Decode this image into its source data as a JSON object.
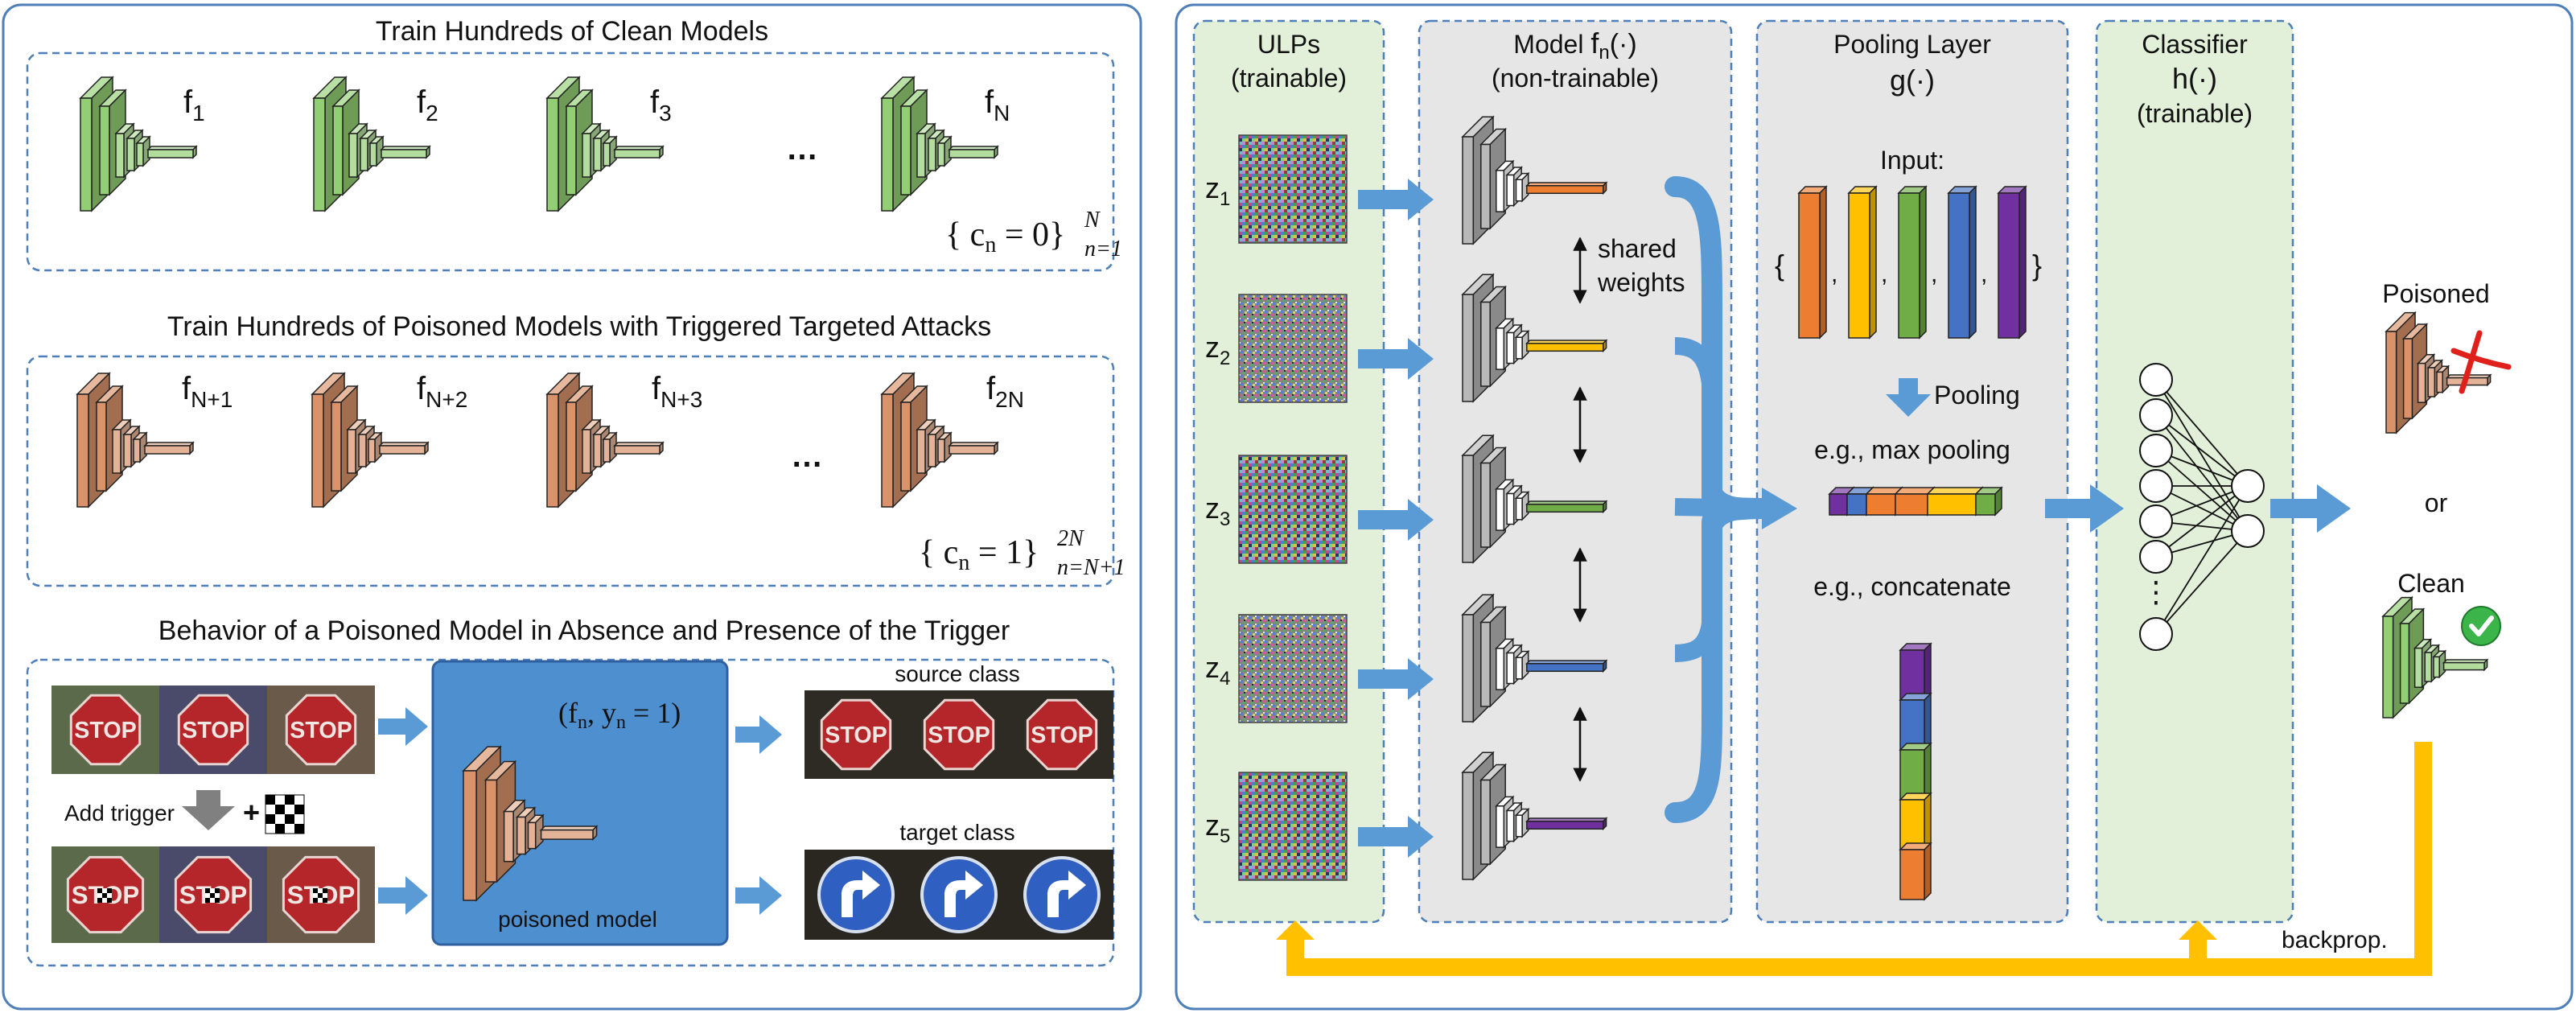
{
  "left_panel": {
    "clean_section": {
      "title": "Train Hundreds of Clean Models",
      "models": [
        {
          "base": "f",
          "sub": "1"
        },
        {
          "base": "f",
          "sub": "2"
        },
        {
          "base": "f",
          "sub": "3"
        },
        {
          "base": "f",
          "sub": "N"
        }
      ],
      "ellipsis": "…",
      "label": {
        "open": "{ ",
        "var": "c",
        "sub": "n",
        "eq": " = 0}",
        "sup": "N",
        "lower": "n=1"
      }
    },
    "poisoned_section": {
      "title": "Train Hundreds of Poisoned Models with Triggered Targeted Attacks",
      "models": [
        {
          "base": "f",
          "sub": "N+1"
        },
        {
          "base": "f",
          "sub": "N+2"
        },
        {
          "base": "f",
          "sub": "N+3"
        },
        {
          "base": "f",
          "sub": "2N"
        }
      ],
      "ellipsis": "…",
      "label": {
        "open": "{ ",
        "var": "c",
        "sub": "n",
        "eq": " = 1}",
        "sup": "2N",
        "lower": "n=N+1"
      }
    },
    "behavior_section": {
      "title": "Behavior of a Poisoned Model in Absence and Presence of the Trigger",
      "add_trigger": "Add trigger",
      "plus": "+",
      "sign_text": "STOP",
      "model_label": {
        "open": "(",
        "f": "f",
        "fsub": "n",
        "comma": ", ",
        "y": "y",
        "ysub": "n",
        "rest": " = 1)"
      },
      "model_caption": "poisoned  model",
      "source_label": "source class",
      "target_label": "target class"
    }
  },
  "right_panel": {
    "ulps": {
      "title1": "ULPs",
      "title2": "(trainable)",
      "items": [
        "1",
        "2",
        "3",
        "4",
        "5"
      ],
      "var": "z"
    },
    "model": {
      "title1": "Model ",
      "fn": "f",
      "fsub": "n",
      "arg": "(·)",
      "title2": "(non-trainable)",
      "shared": "shared",
      "weights": "weights"
    },
    "pooling": {
      "title": "Pooling Layer",
      "g": "g",
      "arg": "(·)",
      "input": "Input:",
      "lbrace": "{",
      "rbrace": "}",
      "comma": ",",
      "pooling_label": "Pooling",
      "max": "e.g., max pooling",
      "concat": "e.g., concatenate"
    },
    "classifier": {
      "title": "Classifier",
      "h": "h",
      "arg": "(·)",
      "sub": "(trainable)",
      "dots": "⋮"
    },
    "output": {
      "poisoned": "Poisoned",
      "or": "or",
      "clean": "Clean",
      "backprop": "backprop."
    }
  },
  "colors": {
    "clean_green": "#92CE73",
    "poison_orange": "#D9926A",
    "accent_blue": "#5B9BD5",
    "panel_fill_blue": "#4E8FD0",
    "backprop_yellow": "#FFC000",
    "ulp_fill": "#E3F0D9",
    "model_fill": "#E6E6E6",
    "output_colors": [
      "#ED7D31",
      "#FFC000",
      "#70AD47",
      "#4472C4",
      "#7030A0"
    ]
  }
}
